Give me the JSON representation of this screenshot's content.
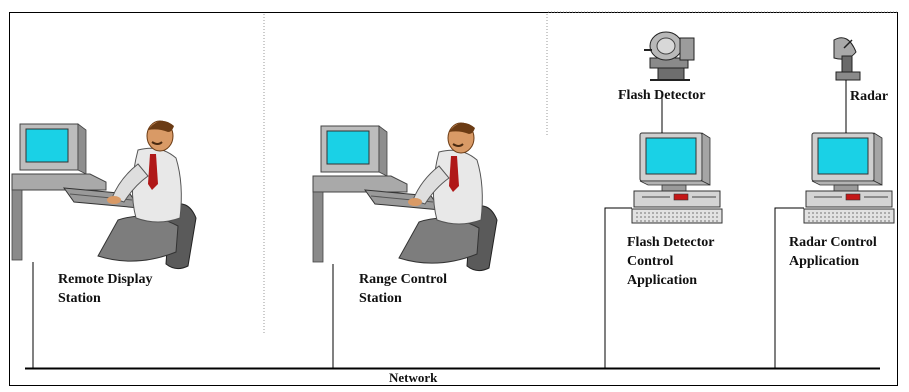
{
  "diagram": {
    "stations": {
      "remote_display": [
        "Remote Display",
        "Station"
      ],
      "range_control": [
        "Range Control",
        "Station"
      ],
      "flash_detector_control": [
        "Flash Detector",
        "Control",
        "Application"
      ],
      "radar_control": [
        "Radar Control",
        "Application"
      ]
    },
    "sensors": {
      "flash_detector": "Flash Detector",
      "radar": "Radar"
    },
    "network_label": "Network"
  },
  "colors": {
    "frame": "#000000",
    "monitor_beige": "#cfcfcf",
    "screen_cyan": "#1ad1e6",
    "shirt": "#e8e8e8",
    "skin": "#d99a66",
    "tie": "#b01818"
  }
}
